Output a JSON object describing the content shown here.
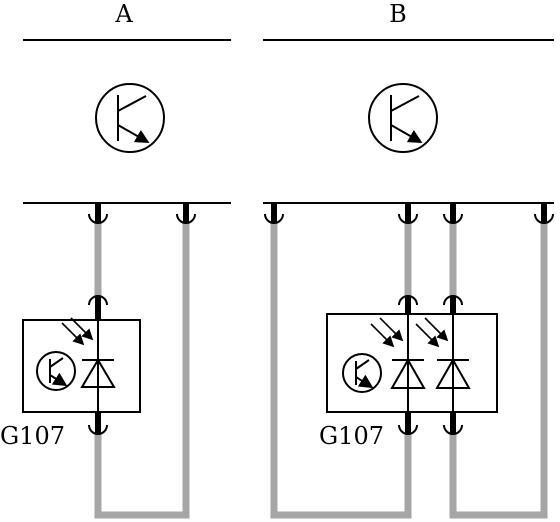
{
  "diagram": {
    "section_a_label": "A",
    "section_b_label": "B",
    "component_a_label": "G107",
    "component_b_label": "G107"
  },
  "colors": {
    "line": "#000000",
    "wire": "#a6a6a6",
    "background": "#ffffff"
  },
  "icons": {
    "transistor": "transistor-icon",
    "sensor": "photo-sensor-icon",
    "diode": "photodiode-icon",
    "connector": "connector-terminal-icon"
  }
}
